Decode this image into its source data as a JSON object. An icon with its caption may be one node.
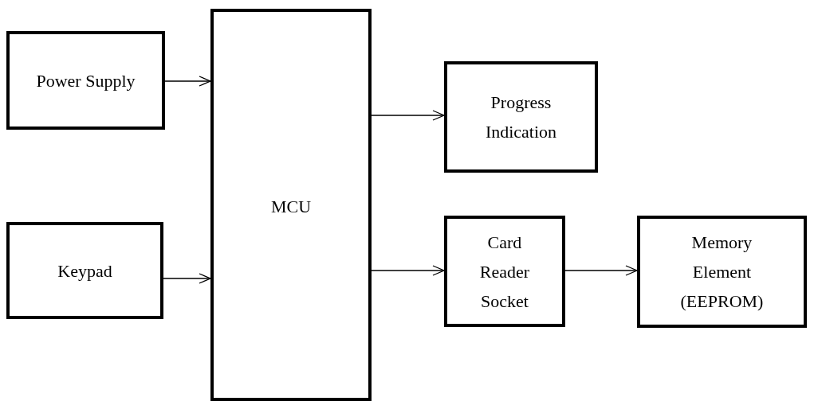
{
  "diagram": {
    "nodes": [
      {
        "text": [
          "Power Supply"
        ]
      },
      {
        "text": [
          "Keypad"
        ]
      },
      {
        "text": [
          "MCU"
        ]
      },
      {
        "text": [
          "Progress Indication"
        ]
      },
      {
        "text": [
          "Card Reader Socket"
        ]
      },
      {
        "text": [
          "Memory Element (EEPROM)"
        ]
      }
    ],
    "edges": [
      {
        "from": 0,
        "to": 2,
        "arrow": "to"
      },
      {
        "from": 1,
        "to": 2,
        "arrow": "to"
      },
      {
        "from": 2,
        "to": 3,
        "arrow": "to"
      },
      {
        "from": 2,
        "to": 4,
        "arrow": "to"
      },
      {
        "from": 4,
        "to": 5,
        "arrow": "to"
      }
    ]
  }
}
